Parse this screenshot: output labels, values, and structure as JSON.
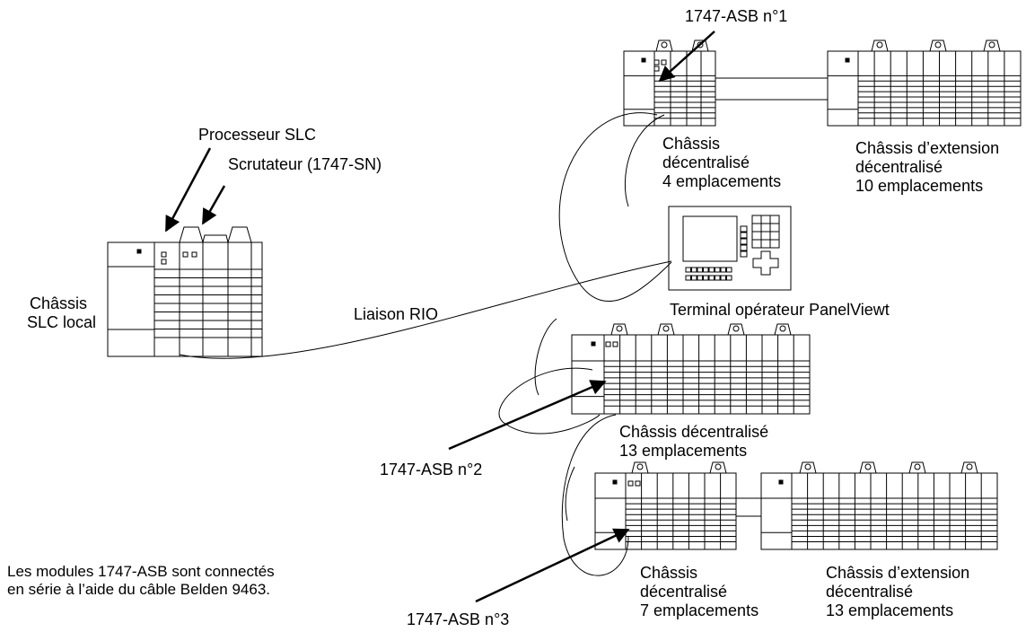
{
  "labels": {
    "asb1": "1747-ASB n°1",
    "processor": "Processeur SLC",
    "scanner": "Scrutateur (1747-SN)",
    "local_chassis": [
      "Châssis",
      "SLC local"
    ],
    "rio_link": "Liaison RIO",
    "remote_4": [
      "Châssis",
      "décentralisé",
      "4 emplacements"
    ],
    "ext_10": [
      "Châssis d’extension",
      "décentralisé",
      "10 emplacements"
    ],
    "panelview": "Terminal opérateur PanelViewt",
    "remote_13": [
      "Châssis décentralisé",
      "13 emplacements"
    ],
    "asb2": "1747-ASB n°2",
    "remote_7": [
      "Châssis",
      "décentralisé",
      "7 emplacements"
    ],
    "ext_13": [
      "Châssis d’extension",
      "décentralisé",
      "13 emplacements"
    ],
    "asb3": "1747-ASB n°3",
    "note": [
      "Les modules 1747-ASB sont connectés",
      "en série à l’aide du câble Belden 9463."
    ]
  }
}
